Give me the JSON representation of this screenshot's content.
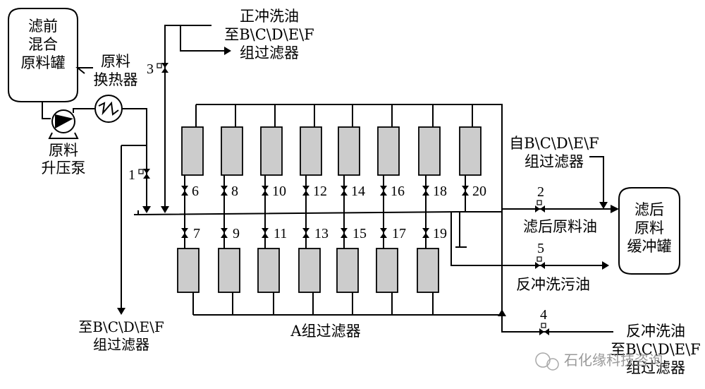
{
  "labels": {
    "feed_tank": [
      "滤前",
      "混合",
      "原料罐"
    ],
    "heat_exchanger": [
      "原料",
      "换热器"
    ],
    "pump": [
      "原料",
      "升压泵"
    ],
    "forward_wash": [
      "正冲洗油",
      "至B\\C\\D\\E\\F",
      "组过滤器"
    ],
    "from_bcdef": [
      "自B\\C\\D\\E\\F",
      "组过滤器"
    ],
    "to_bcdef_bottom": [
      "至B\\C\\D\\E\\F",
      "组过滤器"
    ],
    "group_a": "A组过滤器",
    "filtered_oil": "滤后原料油",
    "backwash_dirty": "反冲洗污油",
    "buffer_tank": [
      "滤后",
      "原料",
      "缓冲罐"
    ],
    "backwash_oil": [
      "反冲洗油",
      "至B\\C\\D\\E\\F",
      "组过滤器"
    ]
  },
  "valves": {
    "v1": "1",
    "v2": "2",
    "v3": "3",
    "v4": "4",
    "v5": "5",
    "top": [
      "6",
      "8",
      "10",
      "12",
      "14",
      "16",
      "18",
      "20"
    ],
    "bottom": [
      "7",
      "9",
      "11",
      "13",
      "15",
      "17",
      "19"
    ]
  },
  "watermark": "石化缘科技咨询"
}
